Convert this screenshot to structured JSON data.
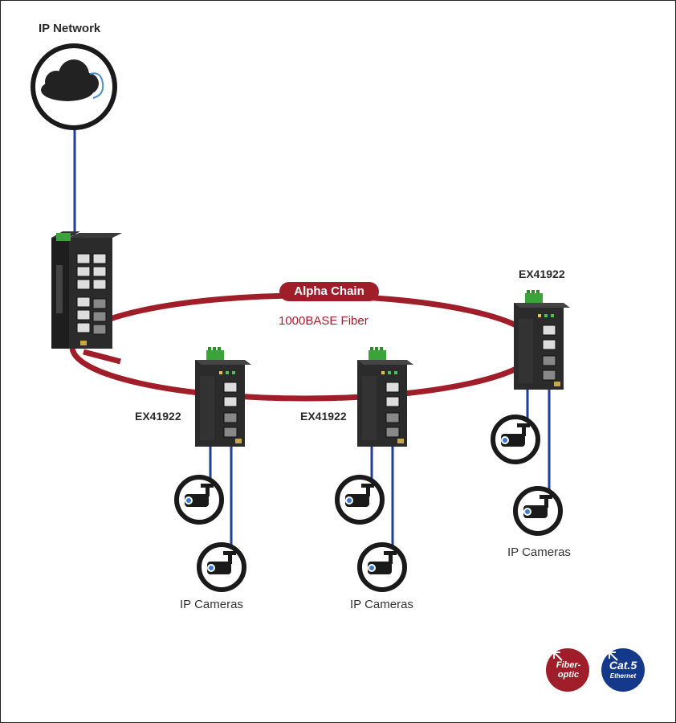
{
  "network": {
    "label": "IP Network"
  },
  "ring": {
    "title": "Alpha Chain",
    "subtitle": "1000BASE Fiber"
  },
  "switches": [
    {
      "model": "EX41922"
    },
    {
      "model": "EX41922"
    },
    {
      "model": "EX41922"
    }
  ],
  "camera_groups": [
    {
      "label": "IP Cameras"
    },
    {
      "label": "IP Cameras"
    },
    {
      "label": "IP Cameras"
    }
  ],
  "legend": {
    "fiber": {
      "line1": "Fiber-",
      "line2": "optic"
    },
    "ethernet": {
      "main": "Cat.5",
      "sub": "Ethernet"
    }
  },
  "colors": {
    "fiber_ring": "#a01e2a",
    "ethernet_link": "#1f3f9a",
    "device_body": "#2b2b2b",
    "terminal_block": "#3aa33a",
    "camera_ring": "#1a1a1a",
    "ethernet_badge": "#14388a"
  },
  "icons": [
    "cloud-icon",
    "switch-icon",
    "camera-icon",
    "fiber-optic-badge-icon",
    "cat5-ethernet-badge-icon"
  ]
}
